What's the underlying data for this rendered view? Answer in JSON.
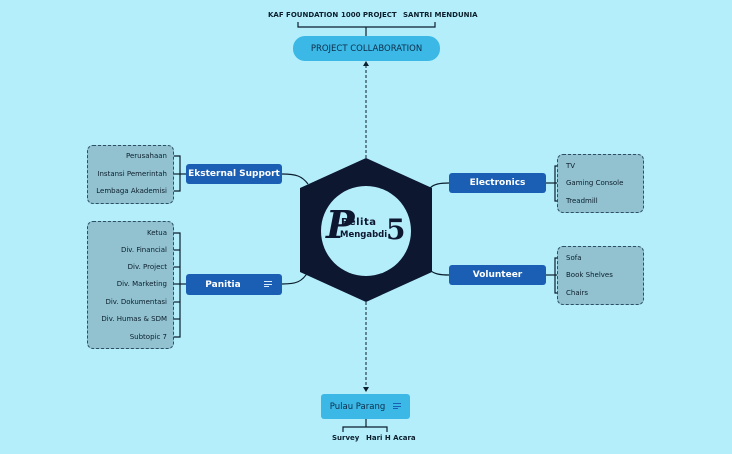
{
  "top_collab": {
    "label": "PROJECT COLLABORATION",
    "children": [
      "KAF FOUNDATION",
      "1000 PROJECT",
      "SANTRI MENDUNIA"
    ]
  },
  "center": {
    "logo_word1": "Pelita",
    "logo_word2": "Mengabdi",
    "logo_number": "5"
  },
  "eksternal": {
    "label": "Eksternal Support",
    "items": [
      "Perusahaan",
      "Instansi Pemerintah",
      "Lembaga Akademisi"
    ]
  },
  "panitia": {
    "label": "Panitia",
    "items": [
      "Ketua",
      "Div. Financial",
      "Div. Project",
      "Div. Marketing",
      "Div. Dokumentasi",
      "Div. Humas & SDM",
      "Subtopic 7"
    ]
  },
  "electronics": {
    "label": "Electronics",
    "items": [
      "TV",
      "Gaming Console",
      "Treadmill"
    ]
  },
  "volunteer": {
    "label": "Volunteer",
    "items": [
      "Sofa",
      "Book Shelves",
      "Chairs"
    ]
  },
  "pulau": {
    "label": "Pulau Parang",
    "children": [
      "Survey",
      "Hari H Acara"
    ]
  },
  "colors": {
    "background": "#b5eefb",
    "dark_node": "#1a5fb4",
    "light_node": "#3bb8e6",
    "hexagon": "#0d1730"
  }
}
